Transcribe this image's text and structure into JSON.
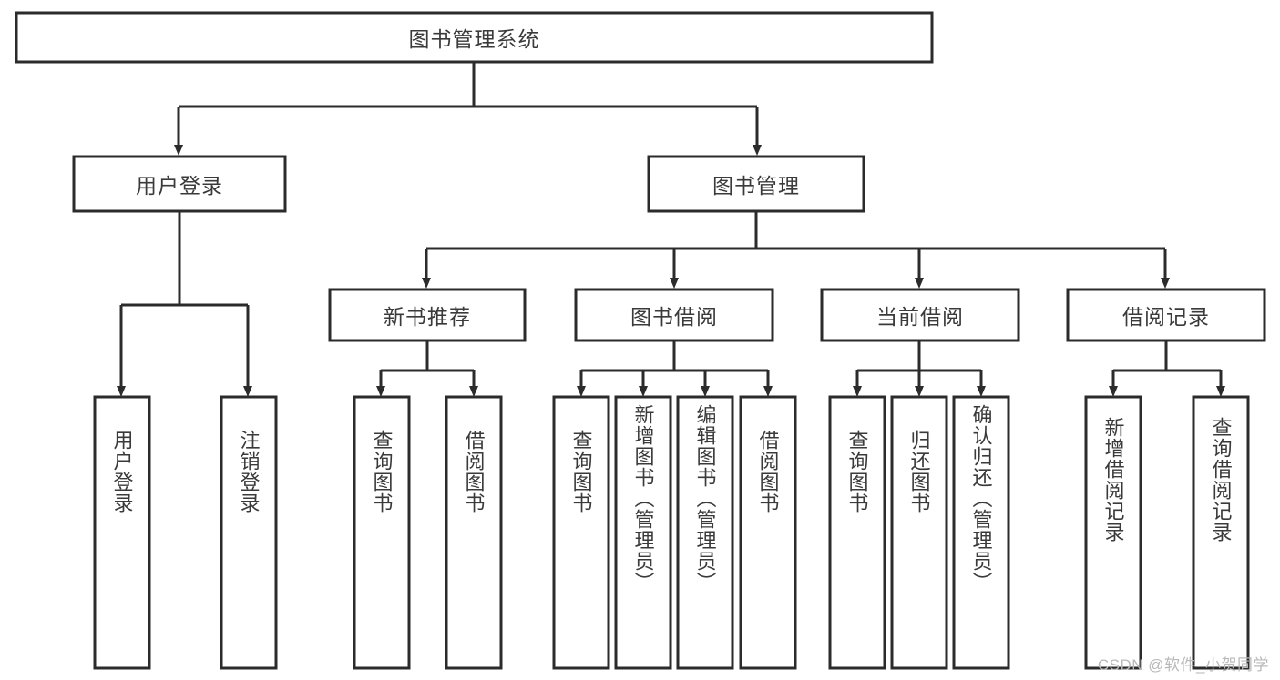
{
  "diagram": {
    "title": "图书管理系统",
    "type": "tree",
    "watermark": "CSDN @软件_小贺同学",
    "colors": {
      "stroke": "#2b2b2b",
      "fill": "#ffffff",
      "text": "#3a3a3a",
      "watermark": "#b9b9b9"
    },
    "levels": {
      "root": {
        "label": "图书管理系统"
      },
      "level2": [
        {
          "label": "用户登录"
        },
        {
          "label": "图书管理"
        }
      ],
      "level3": [
        {
          "label": "新书推荐"
        },
        {
          "label": "图书借阅"
        },
        {
          "label": "当前借阅"
        },
        {
          "label": "借阅记录"
        }
      ],
      "leaves": {
        "user_login": [
          {
            "label": "用户登录"
          },
          {
            "label": "注销登录"
          }
        ],
        "new_book": [
          {
            "label": "查询图书"
          },
          {
            "label": "借阅图书"
          }
        ],
        "book_borrow": [
          {
            "label": "查询图书"
          },
          {
            "label": "新增图书（管理员）"
          },
          {
            "label": "编辑图书（管理员）"
          },
          {
            "label": "借阅图书"
          }
        ],
        "current_borrow": [
          {
            "label": "查询图书"
          },
          {
            "label": "归还图书"
          },
          {
            "label": "确认归还（管理员）"
          }
        ],
        "borrow_record": [
          {
            "label": "新增借阅记录"
          },
          {
            "label": "查询借阅记录"
          }
        ]
      }
    }
  }
}
